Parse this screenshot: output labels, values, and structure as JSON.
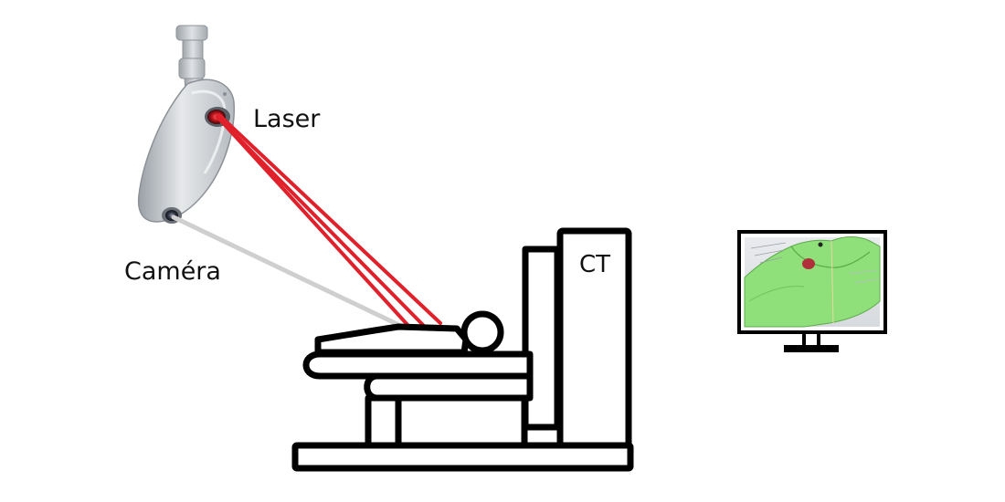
{
  "labels": {
    "laser": "Laser",
    "camera": "Caméra",
    "ct": "CT"
  },
  "colors": {
    "laser_beam": "#e0202a",
    "camera_ray": "#cfcfcf",
    "line_art": "#000000",
    "device_body": "#c9ccd0",
    "screen_mesh": "#8fe07a"
  },
  "icons": {
    "scanner": "laser-camera-scanner-icon",
    "ct": "ct-gantry-icon",
    "table": "patient-table-icon",
    "patient": "patient-icon",
    "monitor": "monitor-icon"
  }
}
